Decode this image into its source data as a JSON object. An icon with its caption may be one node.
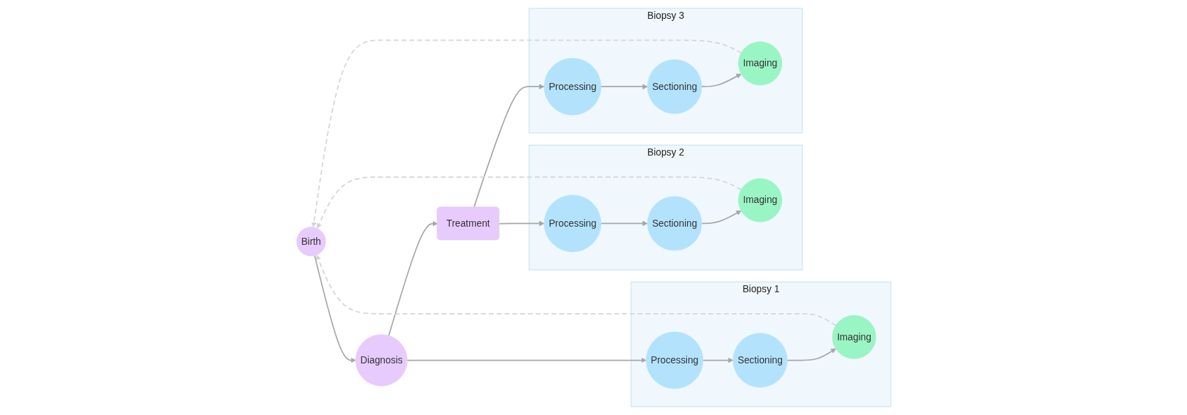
{
  "diagram": {
    "nodes": [
      {
        "text": [
          "Birth"
        ]
      },
      {
        "text": [
          "Diagnosis"
        ]
      },
      {
        "text": [
          "Treatment"
        ]
      },
      {
        "text": [
          "Biopsy 1"
        ]
      },
      {
        "text": [
          "Processing"
        ],
        "in": 3
      },
      {
        "text": [
          "Sectioning"
        ],
        "in": 3
      },
      {
        "text": [
          "Imaging"
        ],
        "in": 3
      },
      {
        "text": [
          "Biopsy 2"
        ]
      },
      {
        "text": [
          "Processing"
        ],
        "in": 7
      },
      {
        "text": [
          "Sectioning"
        ],
        "in": 7
      },
      {
        "text": [
          "Imaging"
        ],
        "in": 7
      },
      {
        "text": [
          "Biopsy 3"
        ]
      },
      {
        "text": [
          "Processing"
        ],
        "in": 11
      },
      {
        "text": [
          "Sectioning"
        ],
        "in": 11
      },
      {
        "text": [
          "Imaging"
        ],
        "in": 11
      }
    ],
    "edges": [
      {
        "from": 0,
        "to": 1,
        "arrow": "to"
      },
      {
        "from": 1,
        "to": 2,
        "arrow": "to"
      },
      {
        "from": 1,
        "to": 4,
        "arrow": "to"
      },
      {
        "from": 4,
        "to": 5,
        "arrow": "to"
      },
      {
        "from": 5,
        "to": 6,
        "arrow": "to"
      },
      {
        "from": 2,
        "to": 8,
        "arrow": "to"
      },
      {
        "from": 8,
        "to": 9,
        "arrow": "to"
      },
      {
        "from": 9,
        "to": 10,
        "arrow": "to"
      },
      {
        "from": 2,
        "to": 12,
        "arrow": "to"
      },
      {
        "from": 12,
        "to": 13,
        "arrow": "to"
      },
      {
        "from": 13,
        "to": 14,
        "arrow": "to"
      },
      {
        "from": 6,
        "to": 0,
        "arrow": "to",
        "style": "dashed",
        "color": "#d4d4d4"
      },
      {
        "from": 10,
        "to": 0,
        "arrow": "to",
        "style": "dashed",
        "color": "#d4d4d4"
      },
      {
        "from": 14,
        "to": 0,
        "arrow": "to",
        "style": "dashed",
        "color": "#d4d4d4"
      }
    ]
  }
}
